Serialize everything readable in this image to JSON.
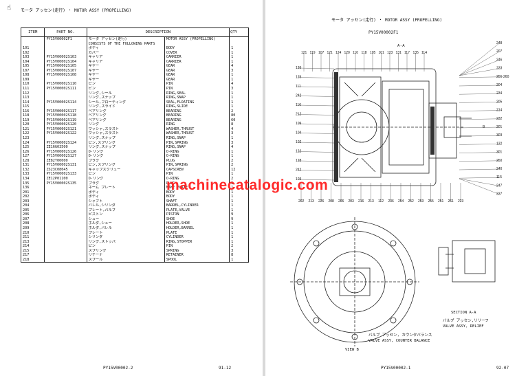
{
  "left_page": {
    "header": "モータ アッセン(走行) ・ MOTOR ASSY (PROPELLING)",
    "columns": [
      "ITEM",
      "PART NO.",
      "DESCRIPTION",
      "",
      "QTY"
    ],
    "rows": [
      [
        "",
        "PY15V00002F1",
        "モータ アッセン(走行)",
        "MOTOR ASSY (PROPELLING)",
        ""
      ],
      [
        "",
        "",
        "CONSISTS OF THE FOLLOWING PARTS",
        "",
        ""
      ],
      [
        "",
        "",
        "",
        "",
        ""
      ],
      [
        "101",
        "",
        "ボディ",
        "BODY",
        "1"
      ],
      [
        "102",
        "",
        "カバー",
        "COVER",
        "1"
      ],
      [
        "103",
        "PY15V00002S103",
        "キャリア",
        "CARRIER",
        "1"
      ],
      [
        "104",
        "PY15V00002S104",
        "キャリア",
        "CARRIER",
        "1"
      ],
      [
        "105",
        "PY15V00002S105",
        "ギヤー",
        "GEAR",
        "4"
      ],
      [
        "107",
        "PY15V00002S107",
        "ギヤー",
        "GEAR",
        "3"
      ],
      [
        "108",
        "PY15V00002S108",
        "ギヤー",
        "GEAR",
        "1"
      ],
      [
        "109",
        "",
        "ギヤー",
        "GEAR",
        "1"
      ],
      [
        "110",
        "PY15V00002S110",
        "ピン",
        "PIN",
        "4"
      ],
      [
        "111",
        "PY15V00002S111",
        "ピン",
        "PIN",
        "3"
      ],
      [
        "112",
        "",
        "リング,シール",
        "RING,SEAL",
        "1"
      ],
      [
        "113",
        "",
        "リング,スナップ",
        "RING,SNAP",
        "1"
      ],
      [
        "114",
        "PY15V00002S114",
        "シール,フローティング",
        "SEAL,FLOATING",
        "1"
      ],
      [
        "115",
        "",
        "リング,スライド",
        "RING,SLIDE",
        "1"
      ],
      [
        "116",
        "PY15V00002S117",
        "ベアリング",
        "BEARING",
        "2"
      ],
      [
        "118",
        "PY15V00002S118",
        "ベアリング",
        "BEARING",
        "80"
      ],
      [
        "119",
        "PY15V00002S119",
        "ベアリング",
        "BEARING",
        "60"
      ],
      [
        "120",
        "PY15V00002S120",
        "リング",
        "RING",
        "8"
      ],
      [
        "121",
        "PY15V00002S121",
        "ワッシャ,スラスト",
        "WASHER,THRUST",
        "4"
      ],
      [
        "122",
        "PY15V00002S122",
        "ワッシャ,スラスト",
        "WASHER,THRUST",
        "3"
      ],
      [
        "123",
        "",
        "リング,スナップ",
        "RING,SNAP",
        "1"
      ],
      [
        "124",
        "PY15V00002S124",
        "ピン,スプリング",
        "PIN,SPRING",
        "3"
      ],
      [
        "125",
        "ZE16G03500",
        "リング,スナップ",
        "RING,SNAP",
        "4"
      ],
      [
        "126",
        "PY15V00002S126",
        "O-リング",
        "O-RING",
        "1"
      ],
      [
        "127",
        "PY15V00002S127",
        "O-リング",
        "O-RING",
        "1"
      ],
      [
        "128",
        "ZE82T00000",
        "プラグ",
        "PLUG",
        "2"
      ],
      [
        "131",
        "PY15V00002S131",
        "ピン,スプリング",
        "PIN,SPRING",
        "2"
      ],
      [
        "132",
        "ZS23C08045",
        "キャップスクリュー",
        "CAPSCREW",
        "12"
      ],
      [
        "133",
        "PY15V00002S133",
        "ピン",
        "PIN",
        "1"
      ],
      [
        "134",
        "ZE12P01100",
        "O-リング",
        "O-RING",
        "2"
      ],
      [
        "135",
        "PY15V00002S135",
        "プラグ",
        "PLUG",
        "2"
      ],
      [
        "136",
        "",
        "ネーム プレート",
        "NAME PLATE",
        "1"
      ],
      [
        "201",
        "",
        "ボディ",
        "BODY",
        "1"
      ],
      [
        "202",
        "",
        "ボディ",
        "BODY",
        "1"
      ],
      [
        "203",
        "",
        "シャフト",
        "SHAFT",
        "1"
      ],
      [
        "204",
        "",
        "バレル,シリンダ",
        "BARREL,CYLINDER",
        "1"
      ],
      [
        "205",
        "",
        "プレート,バルブ",
        "PLATE,VALVE",
        "1"
      ],
      [
        "206",
        "",
        "ピストン",
        "PISTON",
        "9"
      ],
      [
        "207",
        "",
        "シュー",
        "SHOE",
        "9"
      ],
      [
        "208",
        "",
        "ホルダ,シュー",
        "HOLDER,SHOE",
        "1"
      ],
      [
        "209",
        "",
        "ホルダ,バレル",
        "HOLDER,BARREL",
        "1"
      ],
      [
        "210",
        "",
        "プレート",
        "PLATE",
        "1"
      ],
      [
        "211",
        "",
        "シリンダ",
        "CYLINDER",
        "1"
      ],
      [
        "213",
        "",
        "リング,ストッパ",
        "RING,STOPPER",
        "1"
      ],
      [
        "214",
        "",
        "ピン",
        "PIN",
        "2"
      ],
      [
        "215",
        "",
        "スプリング",
        "SPRING",
        "3"
      ],
      [
        "217",
        "",
        "リテーナ",
        "RETAINER",
        "8"
      ],
      [
        "218",
        "",
        "スプール",
        "SPOOL",
        "1"
      ]
    ],
    "footer_code": "PY15V00002-2",
    "footer_page": "91-12"
  },
  "right_page": {
    "header": "モータ アッセン(走行) ・ MOTOR ASSY (PROPELLING)",
    "assy_no": "PY15V00002F1",
    "top_callouts": [
      "121",
      "119",
      "107",
      "121",
      "124",
      "120",
      "110",
      "118",
      "105",
      "101",
      "123",
      "131",
      "117",
      "135",
      "114"
    ],
    "right_callouts": [
      "248",
      "207",
      "246",
      "233",
      "256-260",
      "204",
      "234",
      "205",
      "214",
      "232",
      "201",
      "303",
      "132",
      "301",
      "250",
      "240",
      "115",
      "247",
      "237"
    ],
    "left_callouts": [
      "126",
      "125",
      "111",
      "242",
      "116",
      "212",
      "109",
      "104",
      "102",
      "122",
      "128",
      "242",
      "103"
    ],
    "bottom_callouts": [
      "202",
      "213",
      "226",
      "208",
      "206",
      "203",
      "216",
      "213",
      "112",
      "236",
      "254",
      "252",
      "253",
      "255",
      "251",
      "261",
      "223"
    ],
    "section_label": "A - A",
    "arrow_label": "B",
    "section_caption_1": "SECTION A-A",
    "section_caption_2": "バルブ アッセン,リリーフ",
    "section_caption_3": "VALVE ASSY, RELIEF",
    "counter_caption_1": "バルブ アッセン, カウンタバランス",
    "counter_caption_2": "VALVE ASSY, COUNTER BALANCE",
    "view_label": "VIEW B",
    "footer_code": "PY15V00002-1",
    "footer_page": "92-07"
  },
  "watermark": "machinecatalogic.com"
}
